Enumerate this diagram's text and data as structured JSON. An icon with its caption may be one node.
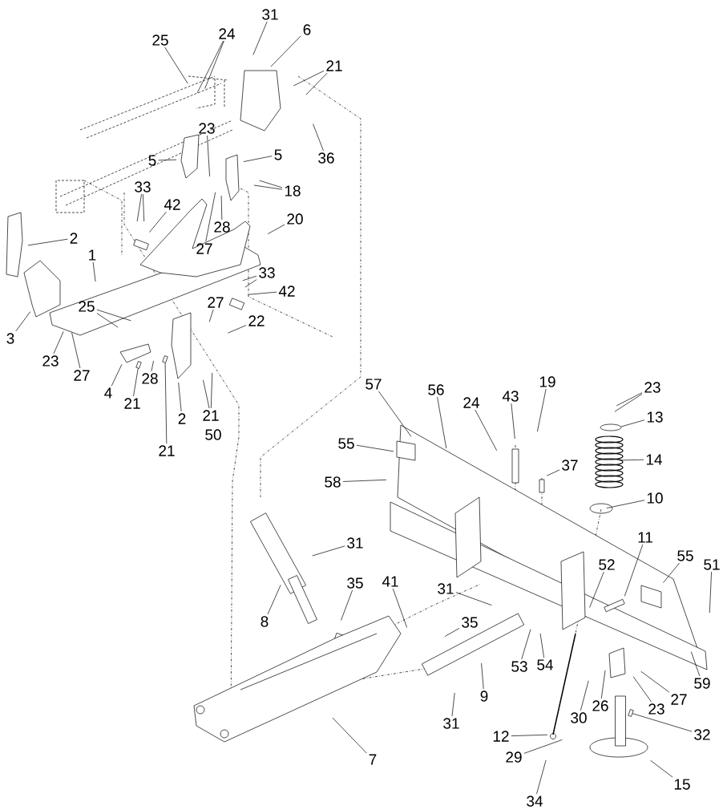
{
  "diagram": {
    "nodes": [
      {
        "text": [
          "31"
        ]
      },
      {
        "text": [
          "6"
        ]
      },
      {
        "text": [
          "25"
        ]
      },
      {
        "text": [
          "24"
        ]
      },
      {
        "text": [
          "21"
        ]
      },
      {
        "text": [
          "36"
        ]
      },
      {
        "text": [
          "23"
        ]
      },
      {
        "text": [
          "5"
        ]
      },
      {
        "text": [
          "5"
        ]
      },
      {
        "text": [
          "18"
        ]
      },
      {
        "text": [
          "33"
        ]
      },
      {
        "text": [
          "42"
        ]
      },
      {
        "text": [
          "28"
        ]
      },
      {
        "text": [
          "27"
        ]
      },
      {
        "text": [
          "20"
        ]
      },
      {
        "text": [
          "2"
        ]
      },
      {
        "text": [
          "1"
        ]
      },
      {
        "text": [
          "33"
        ]
      },
      {
        "text": [
          "42"
        ]
      },
      {
        "text": [
          "27"
        ]
      },
      {
        "text": [
          "22"
        ]
      },
      {
        "text": [
          "25"
        ]
      },
      {
        "text": [
          "3"
        ]
      },
      {
        "text": [
          "23"
        ]
      },
      {
        "text": [
          "27"
        ]
      },
      {
        "text": [
          "28"
        ]
      },
      {
        "text": [
          "4"
        ]
      },
      {
        "text": [
          "21"
        ]
      },
      {
        "text": [
          "2"
        ]
      },
      {
        "text": [
          "21"
        ]
      },
      {
        "text": [
          "21"
        ]
      },
      {
        "text": [
          "57"
        ]
      },
      {
        "text": [
          "56"
        ]
      },
      {
        "text": [
          "55"
        ]
      },
      {
        "text": [
          "58"
        ]
      },
      {
        "text": [
          "24"
        ]
      },
      {
        "text": [
          "43"
        ]
      },
      {
        "text": [
          "19"
        ]
      },
      {
        "text": [
          "37"
        ]
      },
      {
        "text": [
          "23"
        ]
      },
      {
        "text": [
          "13"
        ]
      },
      {
        "text": [
          "14"
        ]
      },
      {
        "text": [
          "10"
        ]
      },
      {
        "text": [
          "11"
        ]
      },
      {
        "text": [
          "52"
        ]
      },
      {
        "text": [
          "55"
        ]
      },
      {
        "text": [
          "51"
        ]
      },
      {
        "text": [
          "31"
        ]
      },
      {
        "text": [
          "8"
        ]
      },
      {
        "text": [
          "35"
        ]
      },
      {
        "text": [
          "41"
        ]
      },
      {
        "text": [
          "31"
        ]
      },
      {
        "text": [
          "35"
        ]
      },
      {
        "text": [
          "53"
        ]
      },
      {
        "text": [
          "54"
        ]
      },
      {
        "text": [
          "9"
        ]
      },
      {
        "text": [
          "31"
        ]
      },
      {
        "text": [
          "7"
        ]
      },
      {
        "text": [
          "30"
        ]
      },
      {
        "text": [
          "26"
        ]
      },
      {
        "text": [
          "23"
        ]
      },
      {
        "text": [
          "27"
        ]
      },
      {
        "text": [
          "59"
        ]
      },
      {
        "text": [
          "12"
        ]
      },
      {
        "text": [
          "29"
        ]
      },
      {
        "text": [
          "32"
        ]
      },
      {
        "text": [
          "34"
        ]
      },
      {
        "text": [
          "15"
        ]
      },
      {
        "text": [],
        "shape": "box"
      },
      {
        "text": [],
        "shape": "box"
      },
      {
        "text": [],
        "shape": "box"
      }
    ],
    "edges": [
      {
        "from": 0,
        "to": null,
        "arrow": "none"
      },
      {
        "from": 1,
        "to": null,
        "arrow": "none"
      },
      {
        "from": 2,
        "to": null,
        "arrow": "none"
      },
      {
        "from": 3,
        "to": null,
        "arrow": "none"
      },
      {
        "from": 3,
        "to": null,
        "arrow": "none"
      },
      {
        "from": 4,
        "to": null,
        "arrow": "none"
      },
      {
        "from": 4,
        "to": null,
        "arrow": "none"
      },
      {
        "from": 5,
        "to": null,
        "arrow": "none"
      },
      {
        "from": 6,
        "to": null,
        "arrow": "none"
      },
      {
        "from": 7,
        "to": null,
        "arrow": "none"
      },
      {
        "from": 8,
        "to": null,
        "arrow": "none"
      },
      {
        "from": 9,
        "to": null,
        "arrow": "none"
      },
      {
        "from": 9,
        "to": null,
        "arrow": "none"
      },
      {
        "from": 10,
        "to": null,
        "arrow": "none"
      },
      {
        "from": 10,
        "to": null,
        "arrow": "none"
      },
      {
        "from": 11,
        "to": null,
        "arrow": "none"
      },
      {
        "from": 12,
        "to": null,
        "arrow": "none"
      },
      {
        "from": 13,
        "to": null,
        "arrow": "none"
      },
      {
        "from": 14,
        "to": null,
        "arrow": "none"
      },
      {
        "from": 15,
        "to": null,
        "arrow": "none"
      },
      {
        "from": 16,
        "to": null,
        "arrow": "none"
      },
      {
        "from": 17,
        "to": null,
        "arrow": "none"
      },
      {
        "from": 17,
        "to": null,
        "arrow": "none"
      },
      {
        "from": 18,
        "to": null,
        "arrow": "none"
      },
      {
        "from": 19,
        "to": null,
        "arrow": "none"
      },
      {
        "from": 20,
        "to": null,
        "arrow": "none"
      },
      {
        "from": 21,
        "to": null,
        "arrow": "none"
      },
      {
        "from": 21,
        "to": null,
        "arrow": "none"
      },
      {
        "from": 22,
        "to": null,
        "arrow": "none"
      },
      {
        "from": 23,
        "to": null,
        "arrow": "none"
      },
      {
        "from": 24,
        "to": null,
        "arrow": "none"
      },
      {
        "from": 25,
        "to": null,
        "arrow": "none"
      },
      {
        "from": 26,
        "to": null,
        "arrow": "none"
      },
      {
        "from": 27,
        "to": 68,
        "arrow": "none"
      },
      {
        "from": 28,
        "to": null,
        "arrow": "none"
      },
      {
        "from": 29,
        "to": null,
        "arrow": "none"
      },
      {
        "from": 29,
        "to": null,
        "arrow": "none"
      },
      {
        "from": 30,
        "to": 69,
        "arrow": "none"
      },
      {
        "from": 31,
        "to": null,
        "arrow": "none"
      },
      {
        "from": 32,
        "to": null,
        "arrow": "none"
      },
      {
        "from": 33,
        "to": null,
        "arrow": "none"
      },
      {
        "from": 34,
        "to": null,
        "arrow": "none"
      },
      {
        "from": 35,
        "to": null,
        "arrow": "none"
      },
      {
        "from": 36,
        "to": null,
        "arrow": "none"
      },
      {
        "from": 37,
        "to": null,
        "arrow": "none"
      },
      {
        "from": 38,
        "to": null,
        "arrow": "none"
      },
      {
        "from": 39,
        "to": null,
        "arrow": "none"
      },
      {
        "from": 39,
        "to": null,
        "arrow": "none"
      },
      {
        "from": 40,
        "to": null,
        "arrow": "none"
      },
      {
        "from": 41,
        "to": null,
        "arrow": "none"
      },
      {
        "from": 42,
        "to": null,
        "arrow": "none"
      },
      {
        "from": 43,
        "to": null,
        "arrow": "none"
      },
      {
        "from": 44,
        "to": null,
        "arrow": "none"
      },
      {
        "from": 45,
        "to": null,
        "arrow": "none"
      },
      {
        "from": 46,
        "to": null,
        "arrow": "none"
      },
      {
        "from": 47,
        "to": null,
        "arrow": "none"
      },
      {
        "from": 48,
        "to": null,
        "arrow": "none"
      },
      {
        "from": 49,
        "to": null,
        "arrow": "none"
      },
      {
        "from": 50,
        "to": null,
        "arrow": "none"
      },
      {
        "from": 51,
        "to": null,
        "arrow": "none"
      },
      {
        "from": 52,
        "to": null,
        "arrow": "none"
      },
      {
        "from": 53,
        "to": null,
        "arrow": "none"
      },
      {
        "from": 54,
        "to": null,
        "arrow": "none"
      },
      {
        "from": 55,
        "to": null,
        "arrow": "none"
      },
      {
        "from": 56,
        "to": null,
        "arrow": "none"
      },
      {
        "from": 57,
        "to": null,
        "arrow": "none"
      },
      {
        "from": 58,
        "to": null,
        "arrow": "none"
      },
      {
        "from": 59,
        "to": null,
        "arrow": "none"
      },
      {
        "from": 60,
        "to": null,
        "arrow": "none"
      },
      {
        "from": 61,
        "to": null,
        "arrow": "none"
      },
      {
        "from": 62,
        "to": null,
        "arrow": "none"
      },
      {
        "from": 63,
        "to": null,
        "arrow": "none"
      },
      {
        "from": 64,
        "to": null,
        "arrow": "none"
      },
      {
        "from": 65,
        "to": 70,
        "arrow": "none"
      },
      {
        "from": 66,
        "to": null,
        "arrow": "none"
      },
      {
        "from": 67,
        "to": null,
        "arrow": "none"
      }
    ],
    "labels": [
      "50"
    ]
  }
}
